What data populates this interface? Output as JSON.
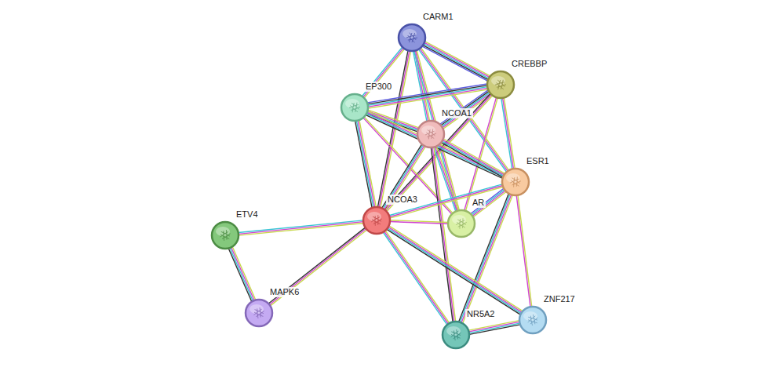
{
  "diagram": {
    "nodes": [
      {
        "text": [
          "CARM1"
        ]
      },
      {
        "text": [
          "CREBBP"
        ]
      },
      {
        "text": [
          "EP300"
        ]
      },
      {
        "text": [
          "NCOA1"
        ]
      },
      {
        "text": [
          "ESR1"
        ]
      },
      {
        "text": [
          "AR"
        ]
      },
      {
        "text": [
          "NCOA3"
        ]
      },
      {
        "text": [
          "ETV4"
        ]
      },
      {
        "text": [
          "MAPK6"
        ]
      },
      {
        "text": [
          "NR5A2"
        ]
      },
      {
        "text": [
          "ZNF217"
        ]
      }
    ],
    "edges": [
      {
        "from": 0,
        "to": 1,
        "arrow": "none"
      },
      {
        "from": 0,
        "to": 2,
        "arrow": "none"
      },
      {
        "from": 0,
        "to": 3,
        "arrow": "none"
      },
      {
        "from": 0,
        "to": 6,
        "arrow": "none"
      },
      {
        "from": 0,
        "to": 4,
        "arrow": "none"
      },
      {
        "from": 0,
        "to": 5,
        "arrow": "none"
      },
      {
        "from": 1,
        "to": 2,
        "arrow": "none"
      },
      {
        "from": 1,
        "to": 3,
        "arrow": "none"
      },
      {
        "from": 1,
        "to": 6,
        "arrow": "none"
      },
      {
        "from": 1,
        "to": 4,
        "arrow": "none"
      },
      {
        "from": 1,
        "to": 5,
        "arrow": "none"
      },
      {
        "from": 2,
        "to": 3,
        "arrow": "none"
      },
      {
        "from": 2,
        "to": 6,
        "arrow": "none"
      },
      {
        "from": 2,
        "to": 4,
        "arrow": "none"
      },
      {
        "from": 2,
        "to": 5,
        "arrow": "none"
      },
      {
        "from": 3,
        "to": 4,
        "arrow": "none"
      },
      {
        "from": 3,
        "to": 5,
        "arrow": "none"
      },
      {
        "from": 3,
        "to": 6,
        "arrow": "none"
      },
      {
        "from": 3,
        "to": 9,
        "arrow": "none"
      },
      {
        "from": 4,
        "to": 6,
        "arrow": "none"
      },
      {
        "from": 4,
        "to": 5,
        "arrow": "none"
      },
      {
        "from": 4,
        "to": 9,
        "arrow": "none"
      },
      {
        "from": 4,
        "to": 10,
        "arrow": "none"
      },
      {
        "from": 6,
        "to": 5,
        "arrow": "none"
      },
      {
        "from": 6,
        "to": 7,
        "arrow": "none"
      },
      {
        "from": 6,
        "to": 8,
        "arrow": "none"
      },
      {
        "from": 6,
        "to": 9,
        "arrow": "none"
      },
      {
        "from": 6,
        "to": 10,
        "arrow": "none"
      },
      {
        "from": 7,
        "to": 8,
        "arrow": "none"
      },
      {
        "from": 9,
        "to": 10,
        "arrow": "none"
      }
    ]
  }
}
